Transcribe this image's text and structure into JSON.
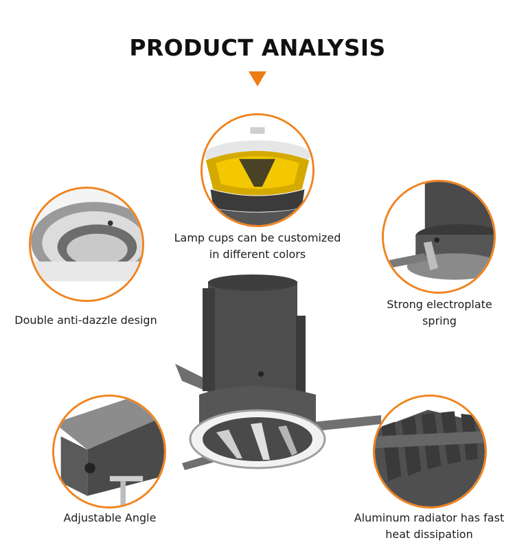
{
  "header": {
    "title": "PRODUCT ANALYSIS"
  },
  "features": {
    "lamp_cups": {
      "line1": "Lamp cups can be customized",
      "line2": "in different colors"
    },
    "anti_dazzle": {
      "line1": "Double anti-dazzle design"
    },
    "spring": {
      "line1": "Strong electroplate",
      "line2": "spring"
    },
    "angle": {
      "line1": "Adjustable Angle"
    },
    "radiator": {
      "line1": "Aluminum radiator has fast",
      "line2": "heat dissipation"
    }
  },
  "colors": {
    "accent": "#f0831e",
    "pointer": "#ee7c14",
    "title": "#111111"
  }
}
